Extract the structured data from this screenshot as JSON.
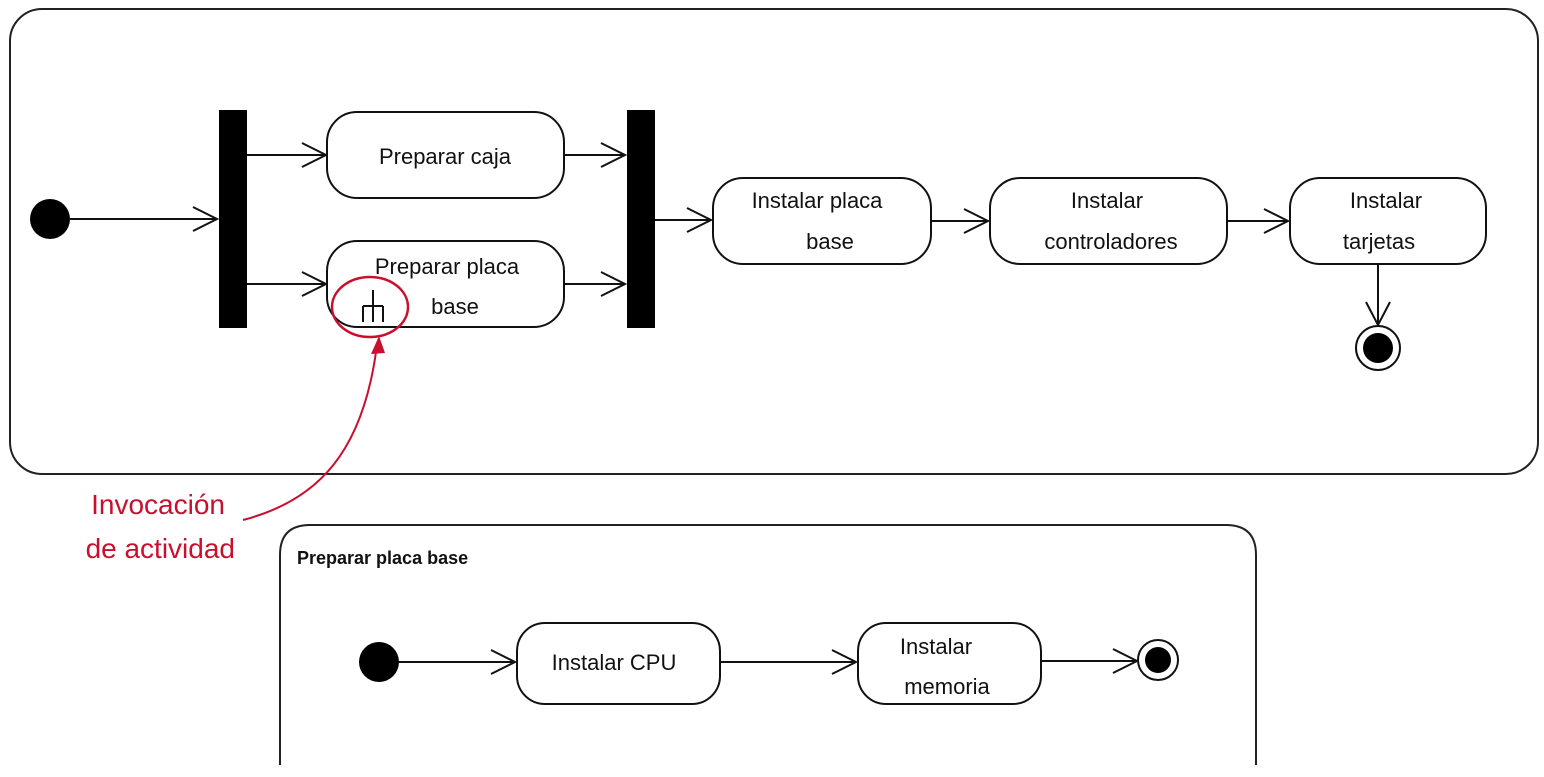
{
  "main_activity": {
    "actions": {
      "preparar_caja": "Preparar caja",
      "preparar_placa_base_line1": "Preparar placa",
      "preparar_placa_base_line2": "base",
      "instalar_placa_base_line1": "Instalar placa",
      "instalar_placa_base_line2": "base",
      "instalar_controladores_line1": "Instalar",
      "instalar_controladores_line2": "controladores",
      "instalar_tarjetas_line1": "Instalar",
      "instalar_tarjetas_line2": "tarjetas"
    }
  },
  "callout": {
    "line1": "Invocación",
    "line2": "de actividad",
    "color": "#c8102e"
  },
  "sub_activity": {
    "title": "Preparar placa base",
    "actions": {
      "instalar_cpu": "Instalar CPU",
      "instalar_memoria_line1": "Instalar",
      "instalar_memoria_line2": "memoria"
    }
  }
}
